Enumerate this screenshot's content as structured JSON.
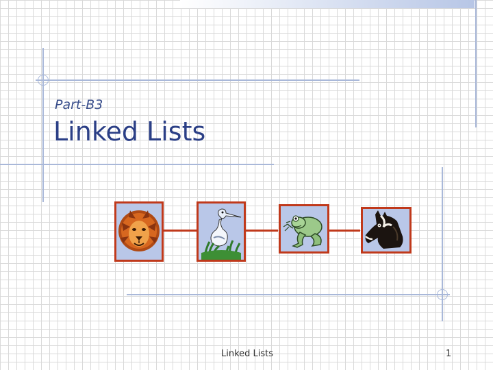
{
  "slide": {
    "subtitle": "Part-B3",
    "title": "Linked Lists",
    "footer": {
      "label": "Linked Lists",
      "page_number": "1"
    }
  },
  "images": [
    {
      "icon": "lion-icon"
    },
    {
      "icon": "heron-icon"
    },
    {
      "icon": "frog-icon"
    },
    {
      "icon": "horse-icon"
    }
  ],
  "colors": {
    "title": "#2b3f86",
    "node_border": "#c0391b",
    "node_fill": "#b9c7e8",
    "decoration": "#a9b8d9"
  }
}
